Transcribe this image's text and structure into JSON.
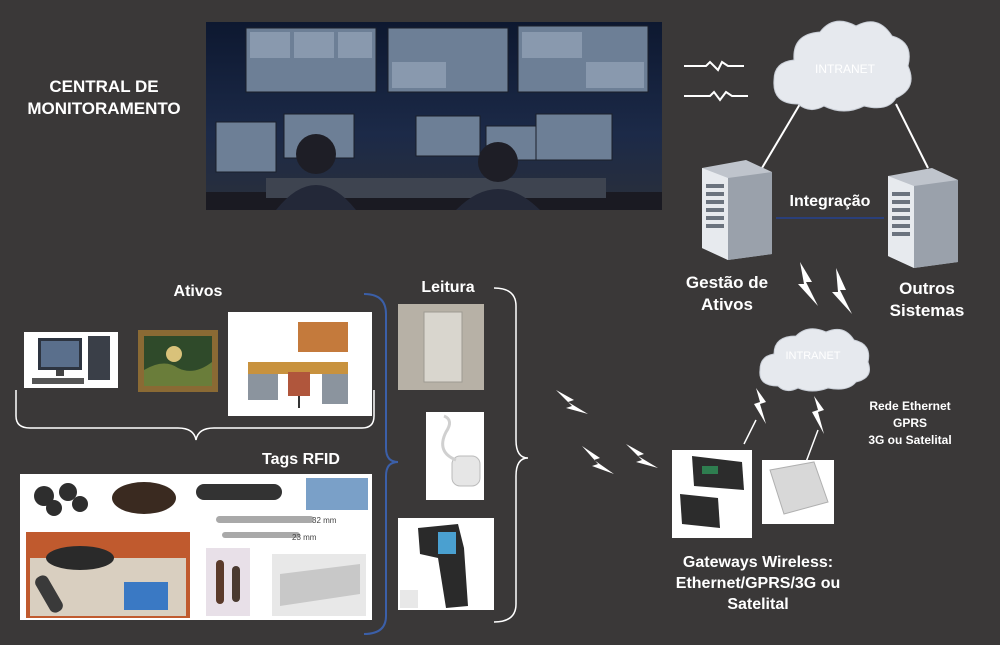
{
  "central": {
    "line1": "CENTRAL DE",
    "line2": "MONITORAMENTO"
  },
  "cloud_top": {
    "label": "INTRANET"
  },
  "cloud_mid": {
    "label": "INTRANET"
  },
  "integracao": "Integração",
  "server_left": {
    "line1": "Gestão de",
    "line2": "Ativos"
  },
  "server_right": {
    "line1": "Outros",
    "line2": "Sistemas"
  },
  "network": {
    "line1": "Rede Ethernet",
    "line2": "GPRS",
    "line3": "3G ou Satelital"
  },
  "ativos": "Ativos",
  "leitura": "Leitura",
  "tags_rfid": "Tags RFID",
  "tag_sizes": {
    "a": "32 mm",
    "b": "23 mm"
  },
  "gateways": {
    "line1": "Gateways Wireless:",
    "line2": "Ethernet/GPRS/3G ou",
    "line3": "Satelital"
  },
  "colors": {
    "background": "#3a3838",
    "bracket": "#3b5fa8",
    "line": "#ffffff"
  }
}
